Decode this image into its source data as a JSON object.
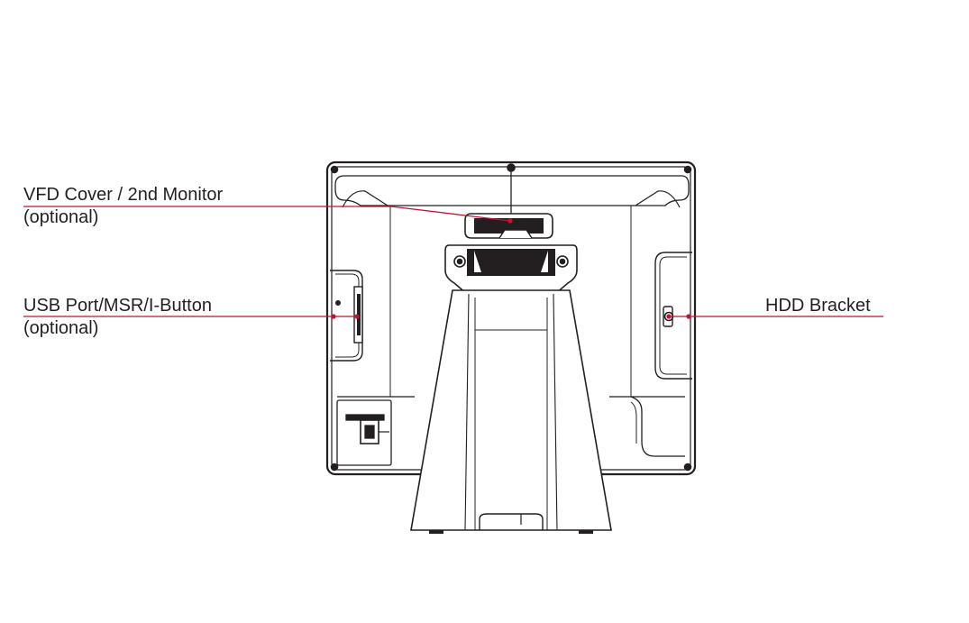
{
  "callouts": {
    "vfd": {
      "line1": "VFD Cover / 2nd Monitor",
      "line2": "(optional)"
    },
    "usb": {
      "line1": "USB Port/MSR/I-Button",
      "line2": "(optional)"
    },
    "hdd": {
      "line1": "HDD Bracket"
    }
  },
  "colors": {
    "leader": "#c8102e",
    "outline": "#231f20",
    "fill": "#ffffff"
  }
}
